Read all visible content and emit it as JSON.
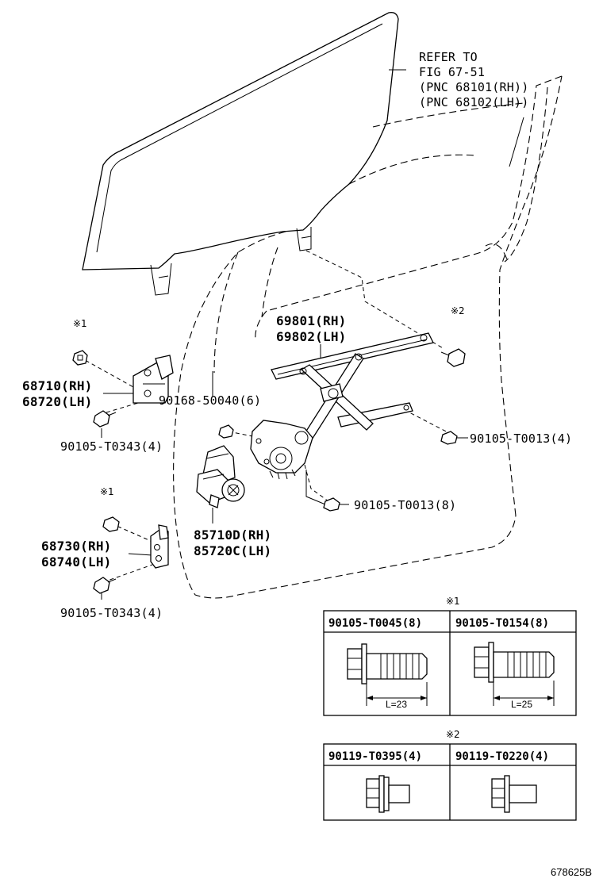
{
  "refer_note": {
    "line1": "REFER TO",
    "line2": "FIG 67-51",
    "line3": "(PNC 68101(RH))",
    "line4": "(PNC 68102(LH))"
  },
  "parts": {
    "regulator_rh": "69801(RH)",
    "regulator_lh": "69802(LH)",
    "upper_hinge_rh": "68710(RH)",
    "upper_hinge_lh": "68720(LH)",
    "lower_hinge_rh": "68730(RH)",
    "lower_hinge_lh": "68740(LH)",
    "screw_90168": "90168-50040(6)",
    "bolt_t0013_4": "90105-T0013(4)",
    "bolt_t0013_8": "90105-T0013(8)",
    "bolt_t0343_upper": "90105-T0343(4)",
    "bolt_t0343_lower": "90105-T0343(4)",
    "motor_rh": "85710D(RH)",
    "motor_lh": "85720C(LH)"
  },
  "marks": {
    "m1_upper": "※1",
    "m1_lower": "※1",
    "m2_regulator": "※2",
    "table1_title": "※1",
    "table2_title": "※2"
  },
  "table1": {
    "col1_header": "90105-T0045(8)",
    "col2_header": "90105-T0154(8)",
    "col1_length": "L=23",
    "col2_length": "L=25"
  },
  "table2": {
    "col1_header": "90119-T0395(4)",
    "col2_header": "90119-T0220(4)"
  },
  "figure_id": "678625B"
}
